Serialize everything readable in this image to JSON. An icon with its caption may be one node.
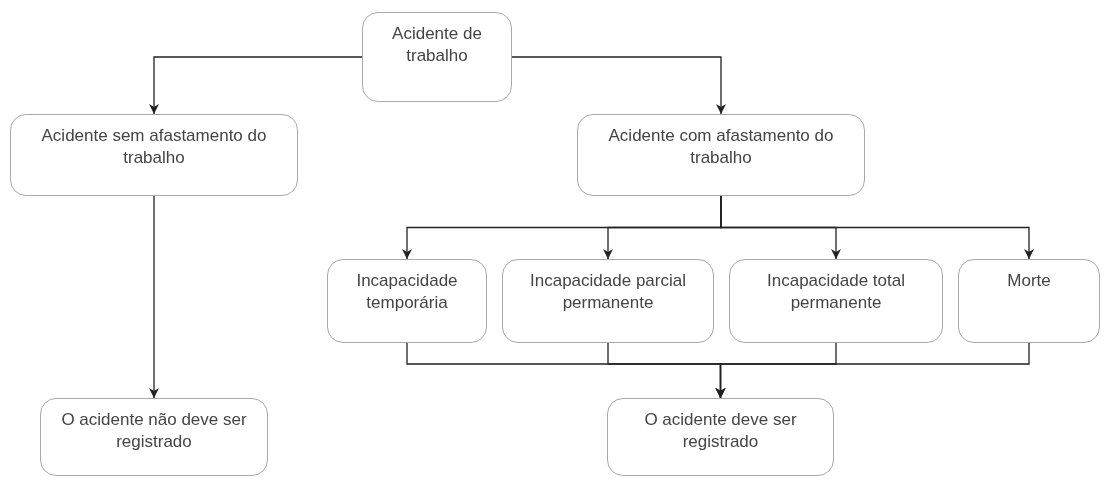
{
  "diagram": {
    "nodes": [
      {
        "text": [
          "Acidente de trabalho"
        ]
      },
      {
        "text": [
          "Acidente sem afastamento do trabalho"
        ]
      },
      {
        "text": [
          "Acidente com afastamento do trabalho"
        ]
      },
      {
        "text": [
          "Incapacidade temporária"
        ]
      },
      {
        "text": [
          "Incapacidade parcial permanente"
        ]
      },
      {
        "text": [
          "Incapacidade total permanente"
        ]
      },
      {
        "text": [
          "Morte"
        ]
      },
      {
        "text": [
          "O acidente não deve ser registrado"
        ]
      },
      {
        "text": [
          "O acidente deve ser registrado"
        ]
      }
    ],
    "edges": [
      {
        "from": 0,
        "to": 1,
        "arrow": "to"
      },
      {
        "from": 0,
        "to": 2,
        "arrow": "to"
      },
      {
        "from": 1,
        "to": 7,
        "arrow": "to"
      },
      {
        "from": 2,
        "to": 3,
        "arrow": "to"
      },
      {
        "from": 2,
        "to": 4,
        "arrow": "to"
      },
      {
        "from": 2,
        "to": 5,
        "arrow": "to"
      },
      {
        "from": 2,
        "to": 6,
        "arrow": "to"
      },
      {
        "from": 3,
        "to": 8,
        "arrow": "to"
      },
      {
        "from": 4,
        "to": 8,
        "arrow": "to"
      },
      {
        "from": 5,
        "to": 8,
        "arrow": "to"
      },
      {
        "from": 6,
        "to": 8,
        "arrow": "to"
      }
    ]
  }
}
